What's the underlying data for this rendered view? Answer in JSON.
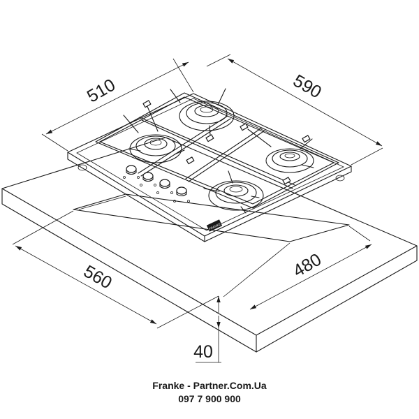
{
  "dimensions": {
    "hob_depth": "510",
    "hob_width": "590",
    "cutout_depth": "480",
    "cutout_width": "560",
    "worktop_thickness": "40"
  },
  "branding": {
    "logo_text": "FRANKE"
  },
  "footer": {
    "brand_line": "Franke - Partner.Com.Ua",
    "phone": "097 7 900 900"
  }
}
